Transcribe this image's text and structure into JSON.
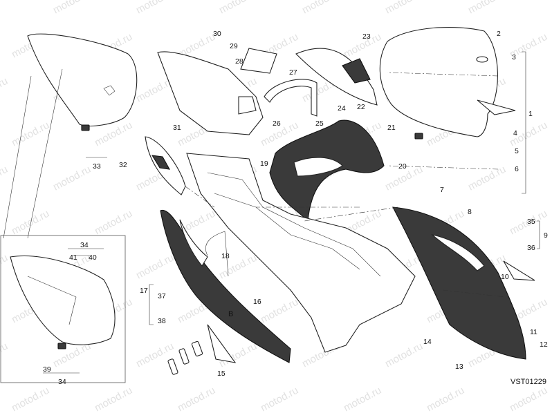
{
  "diagram": {
    "reference_code": "VST01229",
    "watermark_text": "motod.ru",
    "inset_label": "B",
    "callouts": [
      "1",
      "2",
      "3",
      "4",
      "5",
      "6",
      "7",
      "8",
      "9",
      "10",
      "11",
      "12",
      "13",
      "14",
      "15",
      "16",
      "17",
      "18",
      "19",
      "20",
      "21",
      "22",
      "23",
      "24",
      "25",
      "26",
      "27",
      "28",
      "29",
      "30",
      "31",
      "32",
      "33",
      "34",
      "35",
      "36",
      "37",
      "38",
      "39",
      "40",
      "41"
    ]
  }
}
